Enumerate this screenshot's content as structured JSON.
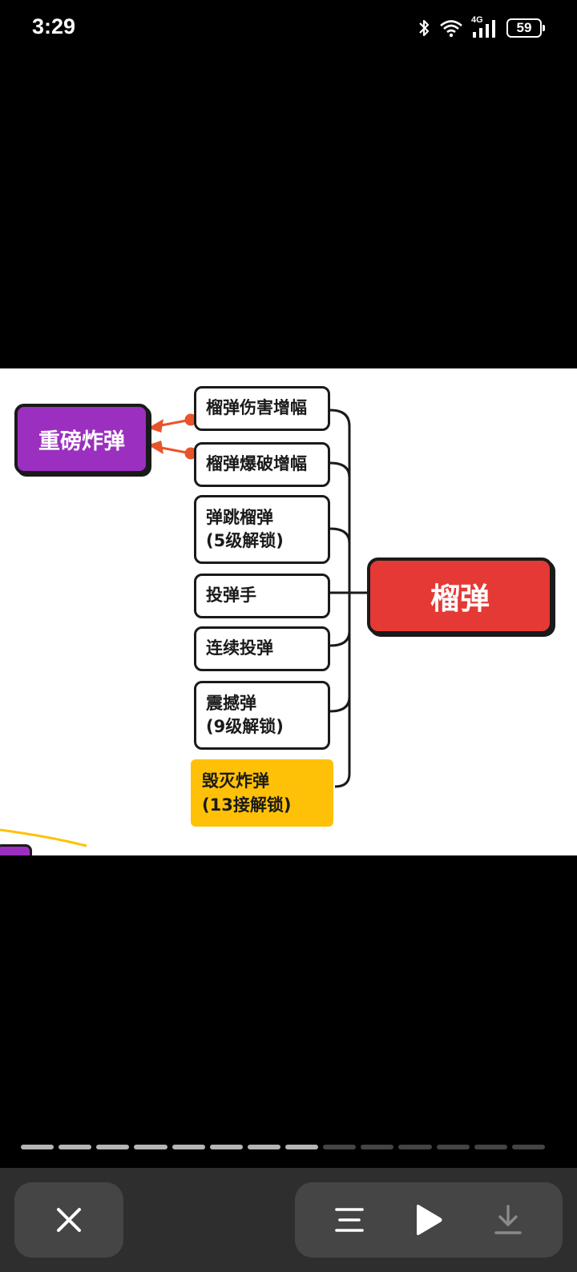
{
  "status_bar": {
    "time": "3:29",
    "network": "4G",
    "battery": "59"
  },
  "mindmap": {
    "root": "榴弹",
    "upgrade": "重磅炸弹",
    "branches": [
      {
        "line1": "榴弹伤害增幅",
        "line2": ""
      },
      {
        "line1": "榴弹爆破增幅",
        "line2": ""
      },
      {
        "line1": "弹跳榴弹",
        "line2": "(5级解锁)"
      },
      {
        "line1": "投弹手",
        "line2": ""
      },
      {
        "line1": "连续投弹",
        "line2": ""
      },
      {
        "line1": "震撼弹",
        "line2": "(9级解锁)"
      },
      {
        "line1": "毁灭炸弹",
        "line2": "(13接解锁)"
      }
    ]
  },
  "progress": {
    "total_segments": 14,
    "completed_segments": 8
  },
  "bottom_bar": {
    "close_icon": "close-icon",
    "menu_icon": "menu-icon",
    "play_icon": "play-icon",
    "download_icon": "download-icon"
  },
  "colors": {
    "root": "#e53935",
    "upgrade": "#9b2fbf",
    "highlight": "#ffc107",
    "connector_orange": "#e8542a"
  }
}
